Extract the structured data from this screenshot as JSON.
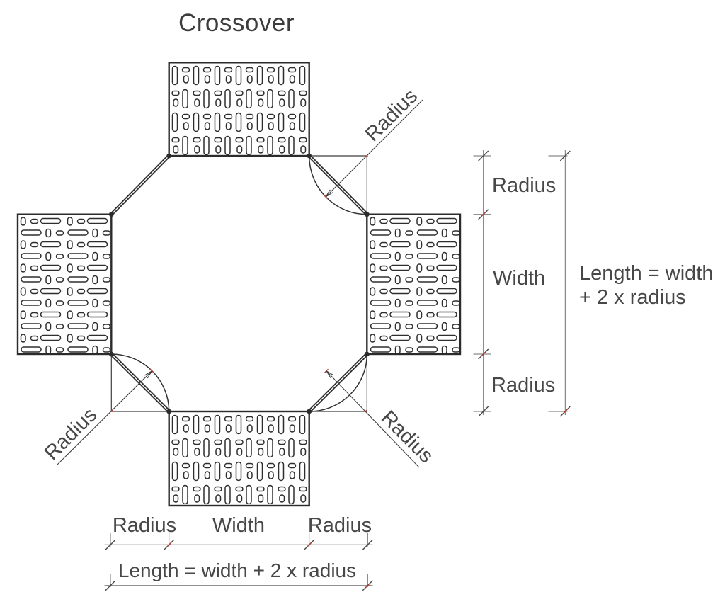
{
  "title": "Crossover",
  "colors": {
    "tray_line": "#2b2b2b",
    "thin_line": "#3f3f3f",
    "dim_line": "#6e6e6e",
    "text": "#474747",
    "accent_red": "#b23b2e",
    "background": "#ffffff"
  },
  "corner_labels": {
    "top_right": "Radius",
    "bottom_left": "Radius",
    "bottom_right": "Radius"
  },
  "right_dimensions": {
    "radius_top": "Radius",
    "width": "Width",
    "radius_bottom": "Radius",
    "length_formula_line1": "Length = width",
    "length_formula_line2": "+ 2 x radius"
  },
  "bottom_dimensions": {
    "radius_left": "Radius",
    "width": "Width",
    "radius_right": "Radius",
    "length_formula": "Length = width + 2 x radius"
  }
}
